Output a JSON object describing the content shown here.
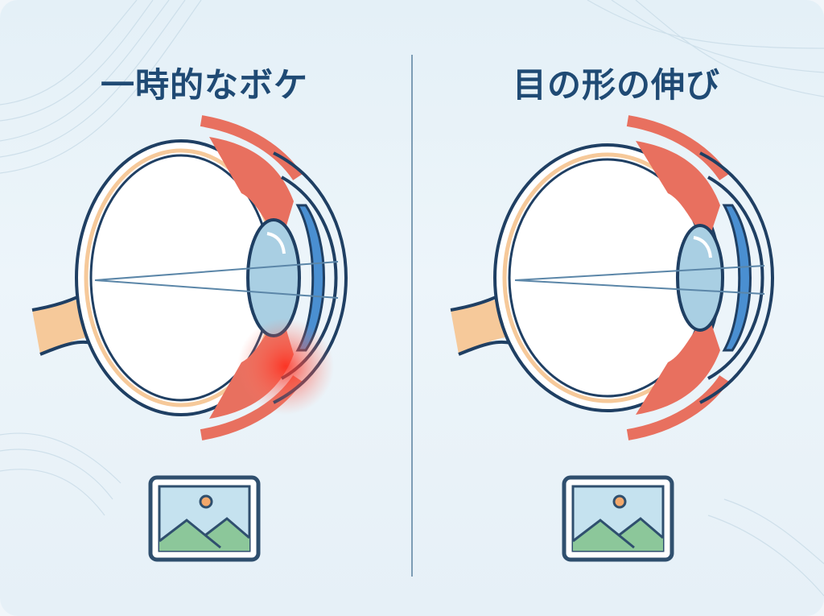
{
  "panels": [
    {
      "title": "一時的なボケ",
      "diagram": "eye-cross-section",
      "highlight": "red glow at ciliary muscle (focus strain)",
      "image_icon": "picture-icon"
    },
    {
      "title": "目の形の伸び",
      "diagram": "eye-cross-section",
      "highlight": "none",
      "image_icon": "picture-icon"
    }
  ],
  "colors": {
    "title": "#1f4a74",
    "outline": "#1f3f63",
    "muscle": "#e8705f",
    "lens": "#a9cfe3",
    "cornea": "#4a8fd1",
    "optic_nerve": "#f6c99a",
    "glow": "#ff3b2a",
    "mountain": "#8cc79a",
    "sky": "#c5e2ef",
    "sun": "#f3a86b"
  }
}
